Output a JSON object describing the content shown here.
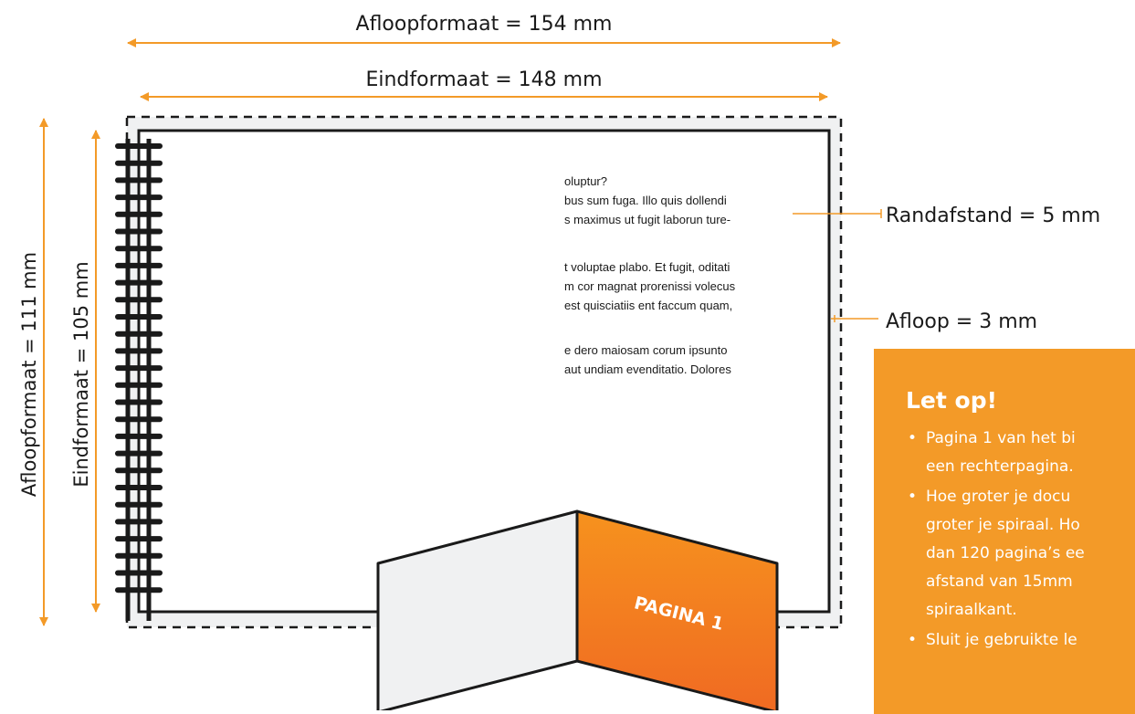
{
  "dimensions": {
    "bleed_width": "Afloopformaat = 154 mm",
    "trim_width": "Eindformaat = 148 mm",
    "bleed_height": "Afloopformaat = 111 mm",
    "trim_height": "Eindformaat = 105 mm",
    "safe_margin": "Randafstand = 5 mm",
    "bleed": "Afloop = 3 mm"
  },
  "sample_text": [
    "oluptur?",
    "bus sum fuga. Illo quis dollendi",
    "s maximus ut fugit laborun ture-",
    "t voluptae plabo. Et fugit, oditati",
    "m cor magnat prorenissi volecus",
    "est quisciatiis ent faccum quam,",
    "e dero maiosam corum ipsunto",
    "aut undiam evenditatio. Dolores"
  ],
  "page_label": "PAGINA 1",
  "note": {
    "title": "Let op!",
    "items": [
      {
        "lines": [
          "Pagina 1 van het bi",
          "een rechterpagina."
        ]
      },
      {
        "lines": [
          "Hoe groter je docu",
          "groter je spiraal. Ho",
          "dan 120 pagina’s ee",
          "afstand van 15mm",
          "spiraalkant."
        ]
      },
      {
        "lines": [
          "Sluit je gebruikte le"
        ]
      }
    ]
  },
  "colors": {
    "accent": "#f39a28",
    "accent_dark": "#f06f22",
    "line": "#1a1a1a",
    "bleed_fill": "#f0f1f2",
    "page_fill": "#f0f1f2"
  }
}
